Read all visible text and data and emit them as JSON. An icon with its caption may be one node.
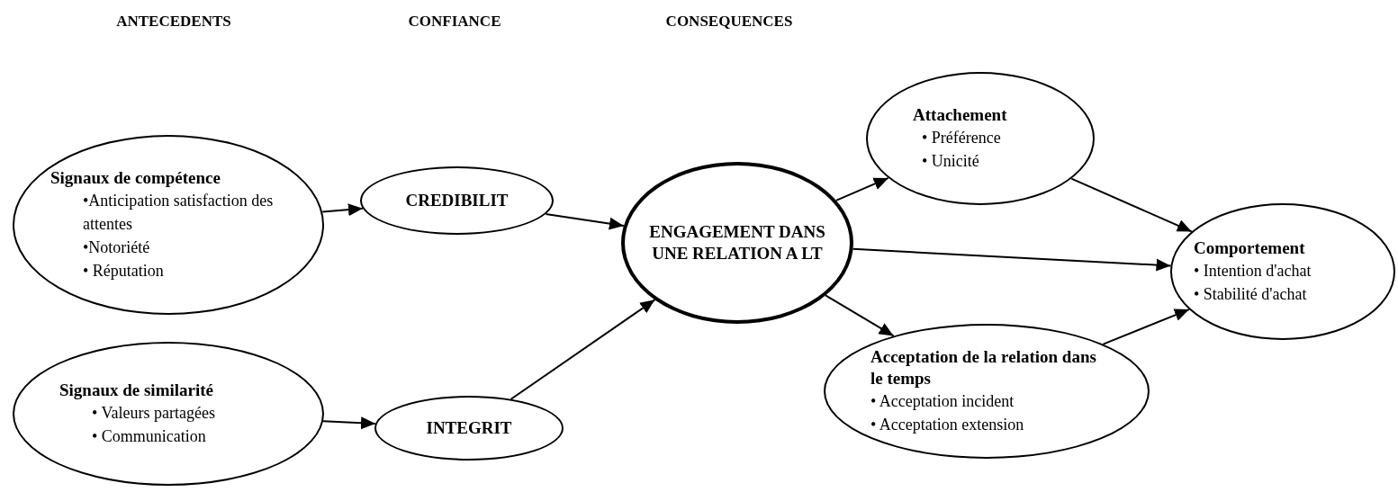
{
  "diagram": {
    "nodes": [
      {
        "text": [
          "Signaux de compétence",
          "•Anticipation satisfaction des attentes",
          "•Notoriété",
          "• Réputation"
        ]
      },
      {
        "text": [
          "Signaux de similarité",
          "• Valeurs partagées",
          "• Communication"
        ]
      },
      {
        "text": [
          "CREDIBILIT"
        ]
      },
      {
        "text": [
          "INTEGRIT"
        ]
      },
      {
        "text": [
          "ENGAGEMENT DANS UNE RELATION A LT"
        ]
      },
      {
        "text": [
          "Attachement",
          "• Préférence",
          "• Unicité"
        ]
      },
      {
        "text": [
          "Acceptation de la relation dans le temps",
          "• Acceptation incident",
          "• Acceptation extension"
        ]
      },
      {
        "text": [
          "Comportement",
          "• Intention d'achat",
          "• Stabilité d'achat"
        ]
      }
    ],
    "edges": [
      {
        "from": 0,
        "to": 2,
        "arrow": "to"
      },
      {
        "from": 1,
        "to": 3,
        "arrow": "to"
      },
      {
        "from": 2,
        "to": 4,
        "arrow": "to"
      },
      {
        "from": 3,
        "to": 4,
        "arrow": "to"
      },
      {
        "from": 4,
        "to": 5,
        "arrow": "to"
      },
      {
        "from": 4,
        "to": 7,
        "arrow": "to"
      },
      {
        "from": 4,
        "to": 6,
        "arrow": "to"
      },
      {
        "from": 5,
        "to": 7,
        "arrow": "to"
      },
      {
        "from": 6,
        "to": 7,
        "arrow": "to"
      }
    ],
    "labels": [
      "ANTECEDENTS",
      "CONFIANCE",
      "CONSEQUENCES"
    ]
  }
}
